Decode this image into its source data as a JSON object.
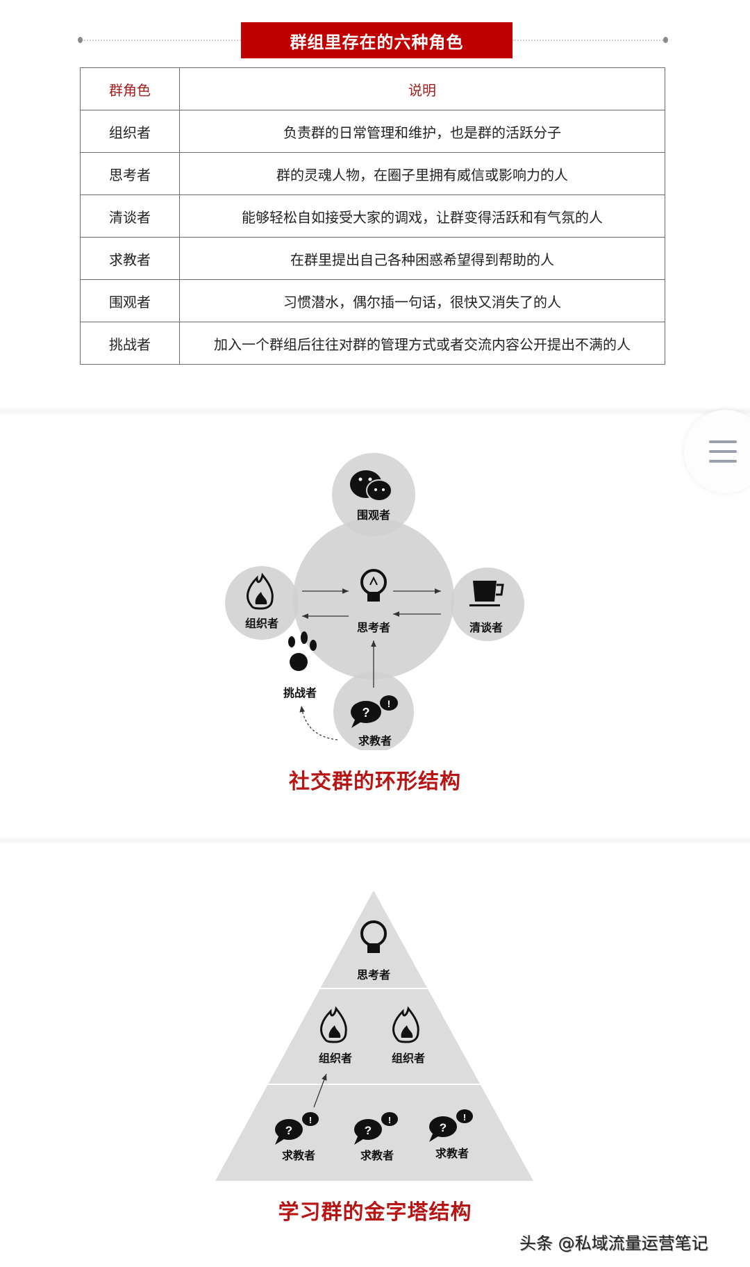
{
  "title": "群组里存在的六种角色",
  "table": {
    "headers": [
      "群角色",
      "说明"
    ],
    "rows": [
      {
        "role": "组织者",
        "desc": "负责群的日常管理和维护，也是群的活跃分子"
      },
      {
        "role": "思考者",
        "desc": "群的灵魂人物，在圈子里拥有威信或影响力的人"
      },
      {
        "role": "清谈者",
        "desc": "能够轻松自如接受大家的调戏，让群变得活跃和有气氛的人"
      },
      {
        "role": "求教者",
        "desc": "在群里提出自己各种困惑希望得到帮助的人"
      },
      {
        "role": "围观者",
        "desc": "习惯潜水，偶尔插一句话，很快又消失了的人"
      },
      {
        "role": "挑战者",
        "desc": "加入一个群组后往往对群的管理方式或者交流内容公开提出不满的人"
      }
    ]
  },
  "ring": {
    "caption": "社交群的环形结构",
    "nodes": {
      "top": {
        "label": "围观者",
        "icon": "wechat-chat-icon"
      },
      "center": {
        "label": "思考者",
        "icon": "lightbulb-icon"
      },
      "left": {
        "label": "组织者",
        "icon": "flame-icon"
      },
      "right": {
        "label": "清谈者",
        "icon": "coffee-cup-icon"
      },
      "bottom": {
        "label": "求教者",
        "icon": "question-speech-icon"
      },
      "outside": {
        "label": "挑战者",
        "icon": "bowling-icon"
      }
    }
  },
  "pyramid": {
    "caption": "学习群的金字塔结构",
    "tier1": [
      {
        "label": "思考者",
        "icon": "lightbulb-icon"
      }
    ],
    "tier2": [
      {
        "label": "组织者",
        "icon": "flame-icon"
      },
      {
        "label": "组织者",
        "icon": "flame-icon"
      }
    ],
    "tier3": [
      {
        "label": "求教者",
        "icon": "question-speech-icon"
      },
      {
        "label": "求教者",
        "icon": "question-speech-icon"
      },
      {
        "label": "求教者",
        "icon": "question-speech-icon"
      }
    ]
  },
  "menu": {
    "icon": "hamburger-menu-icon"
  },
  "watermark": "头条 @私域流量运营笔记",
  "colors": {
    "accent_red": "#c00000",
    "header_red": "#a51c1c",
    "caption_red": "#b81414",
    "circle_grey": "#d6d6d6"
  }
}
